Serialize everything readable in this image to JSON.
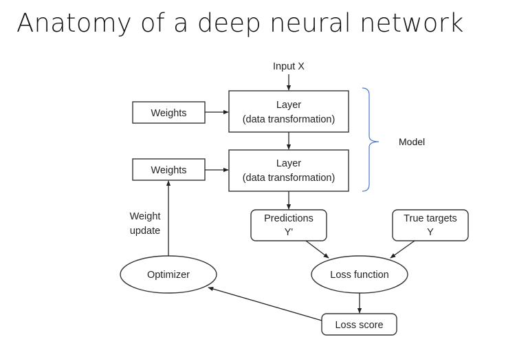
{
  "title": "Anatomy of a deep neural network",
  "diagram": {
    "input": "Input X",
    "weights_1": "Weights",
    "weights_2": "Weights",
    "layer_1": {
      "line1": "Layer",
      "line2": "(data transformation)"
    },
    "layer_2": {
      "line1": "Layer",
      "line2": "(data transformation)"
    },
    "model_label": "Model",
    "weight_update": {
      "line1": "Weight",
      "line2": "update"
    },
    "predictions": {
      "line1": "Predictions",
      "line2": "Y'"
    },
    "true_targets": {
      "line1": "True targets",
      "line2": "Y"
    },
    "optimizer": "Optimizer",
    "loss_function": "Loss function",
    "loss_score": "Loss score"
  },
  "colors": {
    "bracket": "#4a77c6",
    "stroke": "#333333",
    "text": "#222222"
  }
}
